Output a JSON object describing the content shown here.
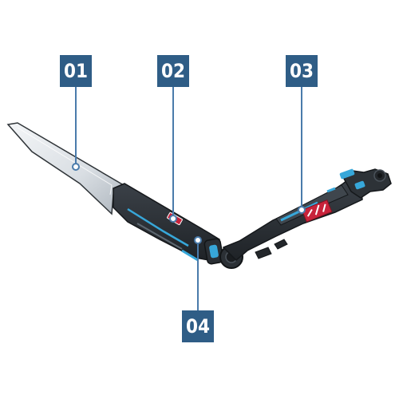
{
  "callouts": [
    {
      "id": "01",
      "label": "01"
    },
    {
      "id": "02",
      "label": "02"
    },
    {
      "id": "03",
      "label": "03"
    },
    {
      "id": "04",
      "label": "04"
    }
  ],
  "colors": {
    "callout_box": "#2f5d86",
    "leader_line": "#4a7bab",
    "blade_body": "#2d3136",
    "blade_edge": "#e9edf1",
    "accent_blue": "#37a7d9",
    "accent_red": "#c8233b"
  }
}
